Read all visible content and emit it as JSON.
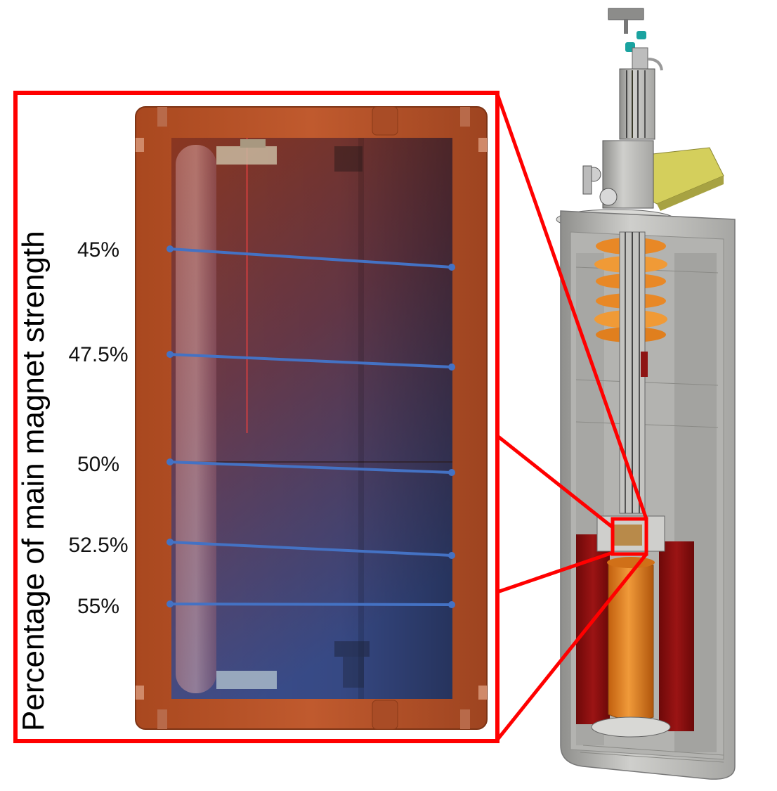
{
  "diagram": {
    "axis_title": "Percentage of main magnet strength",
    "colors": {
      "callout": "#ff0000",
      "field_line": "#4472c4",
      "copper": "#b5502b",
      "dewar_gray": "#bfbfbc",
      "magnet_red": "#8e0f0f",
      "bore_orange": "#e8821e"
    },
    "field_lines": [
      {
        "label": "45%",
        "percent": 45
      },
      {
        "label": "47.5%",
        "percent": 47.5
      },
      {
        "label": "50%",
        "percent": 50
      },
      {
        "label": "52.5%",
        "percent": 52.5
      },
      {
        "label": "55%",
        "percent": 55
      }
    ]
  }
}
